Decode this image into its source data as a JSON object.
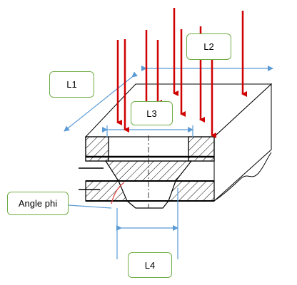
{
  "labels": {
    "l1": "L1",
    "l2": "L2",
    "l3": "L3",
    "l4": "L4",
    "angle": "Angle phi"
  },
  "colors": {
    "load_arrow": "#d00000",
    "dimension": "#5b9bd5",
    "label_border": "#70ad47",
    "outline": "#000000",
    "hatch": "#000000",
    "angle_arc": "#e04040"
  }
}
